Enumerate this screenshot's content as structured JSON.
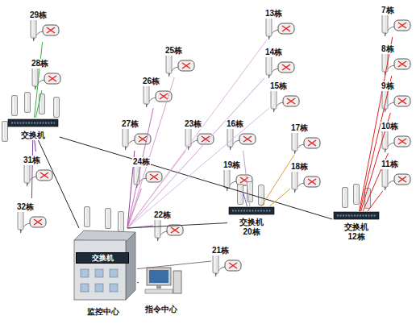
{
  "diagram": {
    "nodes": [
      {
        "text": [
          "29栋"
        ]
      },
      {
        "text": [
          "13栋"
        ]
      },
      {
        "text": [
          "7栋"
        ]
      },
      {
        "text": [
          "25栋"
        ]
      },
      {
        "text": [
          "28栋"
        ]
      },
      {
        "text": [
          "14栋"
        ]
      },
      {
        "text": [
          "8栋"
        ]
      },
      {
        "text": [
          "26栋"
        ]
      },
      {
        "text": [
          "15栋"
        ]
      },
      {
        "text": [
          "9栋"
        ]
      },
      {
        "text": [
          "交换机"
        ]
      },
      {
        "text": [
          "27栋"
        ]
      },
      {
        "text": [
          "23栋"
        ]
      },
      {
        "text": [
          "16栋"
        ]
      },
      {
        "text": [
          "17栋"
        ]
      },
      {
        "text": [
          "10栋"
        ]
      },
      {
        "text": [
          "31栋"
        ]
      },
      {
        "text": [
          "24栋"
        ]
      },
      {
        "text": [
          "19栋"
        ]
      },
      {
        "text": [
          "18栋"
        ]
      },
      {
        "text": [
          "11栋"
        ]
      },
      {
        "text": [
          "32栋"
        ]
      },
      {
        "text": [
          "22栋"
        ]
      },
      {
        "text": [
          "交换机",
          "20栋"
        ]
      },
      {
        "text": [
          "交换机",
          "12栋"
        ]
      },
      {
        "text": [
          "21栋"
        ]
      },
      {
        "text": [
          "监控中心"
        ]
      },
      {
        "text": [
          "交换机"
        ],
        "in": 26
      },
      {
        "text": [
          "指令中心"
        ]
      }
    ],
    "edges": [
      {
        "from": 0,
        "to": 10,
        "arrow": "none"
      },
      {
        "from": 4,
        "to": 10,
        "arrow": "none"
      },
      {
        "from": 16,
        "to": 10,
        "arrow": "none"
      },
      {
        "from": 21,
        "to": 10,
        "arrow": "none"
      },
      {
        "from": 10,
        "to": 24,
        "arrow": "none"
      },
      {
        "from": 10,
        "to": 26,
        "arrow": "none"
      },
      {
        "from": 3,
        "to": 26,
        "arrow": "none"
      },
      {
        "from": 7,
        "to": 26,
        "arrow": "none"
      },
      {
        "from": 11,
        "to": 26,
        "arrow": "none"
      },
      {
        "from": 17,
        "to": 26,
        "arrow": "none"
      },
      {
        "from": 12,
        "to": 26,
        "arrow": "none"
      },
      {
        "from": 1,
        "to": 26,
        "arrow": "none"
      },
      {
        "from": 5,
        "to": 26,
        "arrow": "none"
      },
      {
        "from": 8,
        "to": 26,
        "arrow": "none"
      },
      {
        "from": 22,
        "to": 26,
        "arrow": "none"
      },
      {
        "from": 25,
        "to": 26,
        "arrow": "none"
      },
      {
        "from": 13,
        "to": 23,
        "arrow": "none"
      },
      {
        "from": 14,
        "to": 23,
        "arrow": "none"
      },
      {
        "from": 19,
        "to": 23,
        "arrow": "none"
      },
      {
        "from": 18,
        "to": 23,
        "arrow": "none"
      },
      {
        "from": 23,
        "to": 26,
        "arrow": "none"
      },
      {
        "from": 2,
        "to": 24,
        "arrow": "none"
      },
      {
        "from": 6,
        "to": 24,
        "arrow": "none"
      },
      {
        "from": 9,
        "to": 24,
        "arrow": "none"
      },
      {
        "from": 15,
        "to": 24,
        "arrow": "none"
      },
      {
        "from": 20,
        "to": 24,
        "arrow": "none"
      },
      {
        "from": 26,
        "to": 28,
        "arrow": "none"
      }
    ]
  }
}
